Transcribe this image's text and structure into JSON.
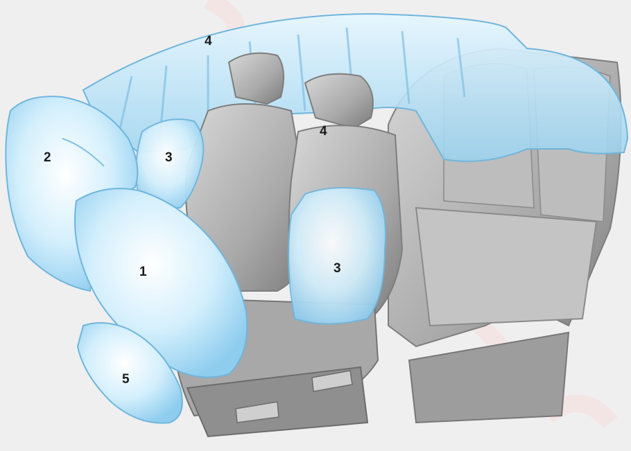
{
  "diagram": {
    "callouts": {
      "driver_front": "1",
      "passenger_front": "2",
      "side_front_left": "3",
      "side_front_right": "3",
      "curtain_top": "4",
      "curtain_mid": "4",
      "knee": "5"
    },
    "colors": {
      "airbag_fill": "#bfe6fa",
      "airbag_edge": "#6fb5dc",
      "seat_fill": "#b5b5b5",
      "seat_dark": "#7d7d7d",
      "background": "#efefef",
      "watermark": "#f6dede"
    }
  }
}
